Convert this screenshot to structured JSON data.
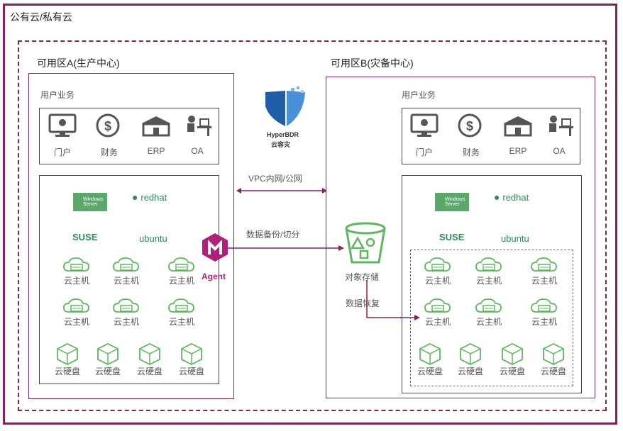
{
  "cloud_label": "公有云/私有云",
  "zone_a": {
    "title": "可用区A(生产中心)",
    "biz_title": "用户业务",
    "biz": [
      "门户",
      "财务",
      "ERP",
      "OA"
    ],
    "os": [
      "Windows Server",
      "redhat",
      "SUSE",
      "ubuntu"
    ],
    "vm_label": "云主机",
    "disk_label": "云硬盘"
  },
  "zone_b": {
    "title": "可用区B(灾备中心)",
    "biz_title": "用户业务",
    "biz": [
      "门户",
      "财务",
      "ERP",
      "OA"
    ],
    "os": [
      "Windows Server",
      "redhat",
      "SUSE",
      "ubuntu"
    ],
    "vm_label": "云主机",
    "disk_label": "云硬盘"
  },
  "logo": {
    "name": "HyperBDR",
    "sub": "云容灾"
  },
  "center": {
    "network": "VPC内网/公网",
    "backup": "数据备份/切分",
    "agent": "Agent",
    "storage": "对象存储",
    "restore": "数据恢复"
  },
  "colors": {
    "border": "#8a1f5a",
    "green": "#2e8b57",
    "agent": "#b0207a"
  }
}
